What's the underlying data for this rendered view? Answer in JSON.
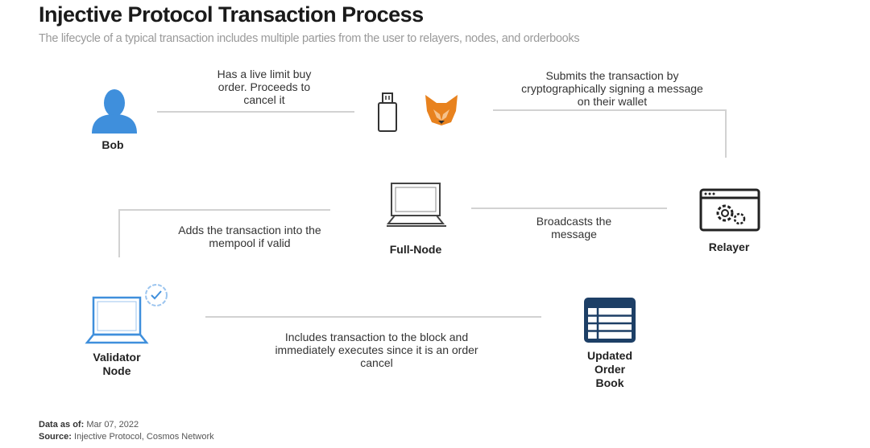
{
  "header": {
    "title": "Injective Protocol Transaction Process",
    "subtitle": "The lifecycle of a typical transaction includes multiple parties from the user to relayers, nodes, and orderbooks"
  },
  "nodes": {
    "bob": "Bob",
    "full_node": "Full-Node",
    "relayer": "Relayer",
    "validator_line1": "Validator",
    "validator_line2": "Node",
    "orderbook_line1": "Updated",
    "orderbook_line2": "Order",
    "orderbook_line3": "Book"
  },
  "steps": {
    "bob_to_wallet": [
      "Has a live limit buy",
      "order. Proceeds to",
      "cancel it"
    ],
    "wallet_to_relayer": [
      "Submits the transaction by",
      "cryptographically signing a message",
      "on their wallet"
    ],
    "relayer_to_fullnode": [
      "Broadcasts the",
      "message"
    ],
    "fullnode_to_validator": [
      "Adds the transaction into the",
      "mempool if valid"
    ],
    "validator_to_orderbook": [
      "Includes transaction to the block and",
      "immediately executes since it is an order",
      "cancel"
    ]
  },
  "footer": {
    "data_as_of_label": "Data as of:",
    "data_as_of_value": "Mar 07, 2022",
    "source_label": "Source:",
    "source_value": "Injective Protocol, Cosmos Network"
  },
  "colors": {
    "blue": "#3f8fdc",
    "navy": "#1d3f66",
    "fox": "#e8821e"
  }
}
